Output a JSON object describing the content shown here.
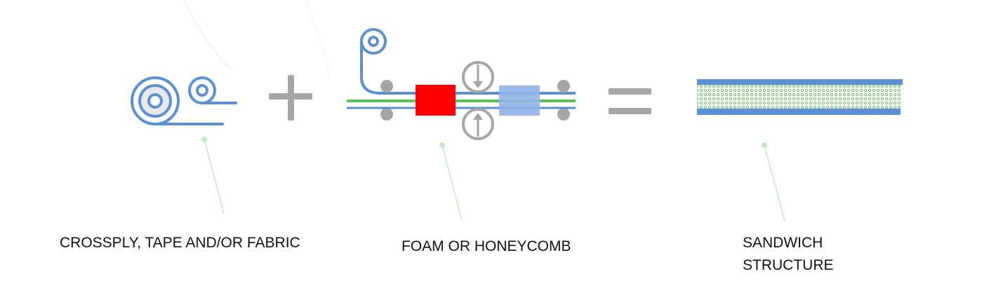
{
  "captions": {
    "left": "CROSSPLY, TAPE AND/OR FABRIC",
    "middle": "FOAM OR HONEYCOMB",
    "right_line1": "SANDWICH",
    "right_line2": "STRUCTURE"
  },
  "operators": {
    "plus": "plus-sign",
    "equals": "equals-sign"
  },
  "colors": {
    "blue": "#5b90d6",
    "light_blue_block": "#8fb3e6",
    "red": "#ff0000",
    "green": "#5fbf5a",
    "gray": "#a6a6a6",
    "callout": "#c7e6c7"
  },
  "icons": [
    "fabric-roll-icon",
    "lamination-press-icon",
    "sandwich-panel-icon"
  ]
}
